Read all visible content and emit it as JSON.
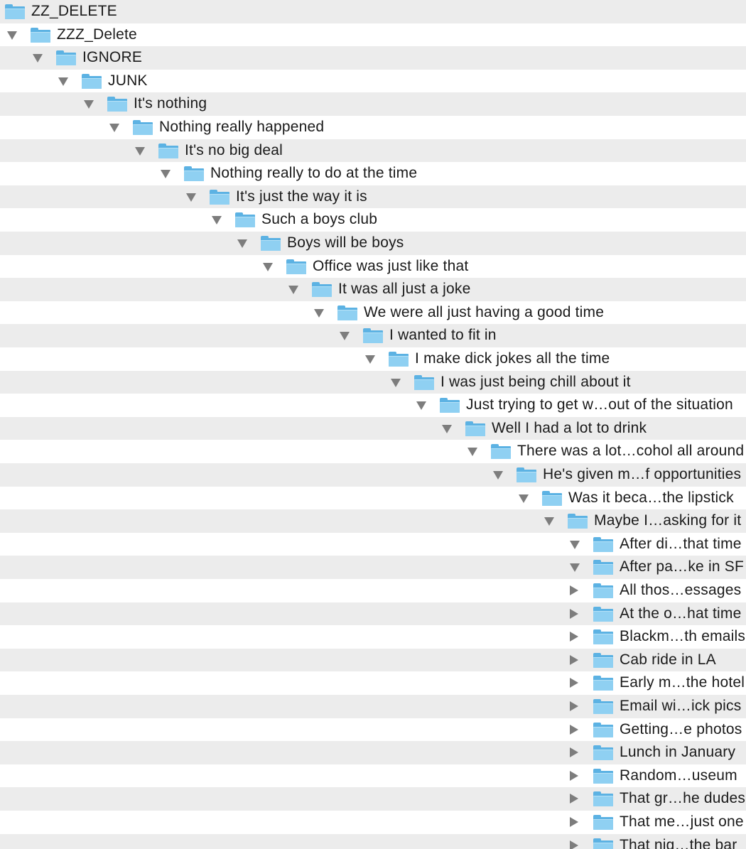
{
  "tree": {
    "rows": [
      {
        "label": "ZZ_DELETE",
        "depth": 0,
        "state": "none"
      },
      {
        "label": "ZZZ_Delete",
        "depth": 1,
        "state": "open"
      },
      {
        "label": "IGNORE",
        "depth": 2,
        "state": "open"
      },
      {
        "label": "JUNK",
        "depth": 3,
        "state": "open"
      },
      {
        "label": "It's nothing",
        "depth": 4,
        "state": "open"
      },
      {
        "label": "Nothing really happened",
        "depth": 5,
        "state": "open"
      },
      {
        "label": "It's no big deal",
        "depth": 6,
        "state": "open"
      },
      {
        "label": "Nothing really to do at the time",
        "depth": 7,
        "state": "open"
      },
      {
        "label": "It's just the way it is",
        "depth": 8,
        "state": "open"
      },
      {
        "label": "Such a boys club",
        "depth": 9,
        "state": "open"
      },
      {
        "label": "Boys will be boys",
        "depth": 10,
        "state": "open"
      },
      {
        "label": "Office was just like that",
        "depth": 11,
        "state": "open"
      },
      {
        "label": "It was all just a joke",
        "depth": 12,
        "state": "open"
      },
      {
        "label": "We were all just having a good time",
        "depth": 13,
        "state": "open"
      },
      {
        "label": "I wanted to fit in",
        "depth": 14,
        "state": "open"
      },
      {
        "label": "I make dick jokes all the time",
        "depth": 15,
        "state": "open"
      },
      {
        "label": "I was just being chill about it",
        "depth": 16,
        "state": "open"
      },
      {
        "label": "Just trying to get w…out of the situation",
        "depth": 17,
        "state": "open"
      },
      {
        "label": "Well I had a lot to drink",
        "depth": 18,
        "state": "open"
      },
      {
        "label": "There was a lot…cohol all around",
        "depth": 19,
        "state": "open"
      },
      {
        "label": "He's given m…f opportunities",
        "depth": 20,
        "state": "open"
      },
      {
        "label": "Was it beca…the lipstick",
        "depth": 21,
        "state": "open"
      },
      {
        "label": "Maybe I…asking for it",
        "depth": 22,
        "state": "open"
      },
      {
        "label": "After di…that time",
        "depth": 23,
        "state": "open"
      },
      {
        "label": "After pa…ke in SF",
        "depth": 23,
        "state": "open"
      },
      {
        "label": "All thos…essages",
        "depth": 23,
        "state": "closed"
      },
      {
        "label": "At the o…hat time",
        "depth": 23,
        "state": "closed"
      },
      {
        "label": "Blackm…th emails",
        "depth": 23,
        "state": "closed"
      },
      {
        "label": "Cab ride in LA",
        "depth": 23,
        "state": "closed"
      },
      {
        "label": "Early m…the hotel",
        "depth": 23,
        "state": "closed"
      },
      {
        "label": "Email wi…ick pics",
        "depth": 23,
        "state": "closed"
      },
      {
        "label": "Getting…e photos",
        "depth": 23,
        "state": "closed"
      },
      {
        "label": "Lunch in January",
        "depth": 23,
        "state": "closed"
      },
      {
        "label": "Random…useum",
        "depth": 23,
        "state": "closed"
      },
      {
        "label": "That gr…he dudes",
        "depth": 23,
        "state": "closed"
      },
      {
        "label": "That me…just one",
        "depth": 23,
        "state": "closed"
      },
      {
        "label": "That nig…the bar",
        "depth": 23,
        "state": "closed"
      }
    ]
  }
}
